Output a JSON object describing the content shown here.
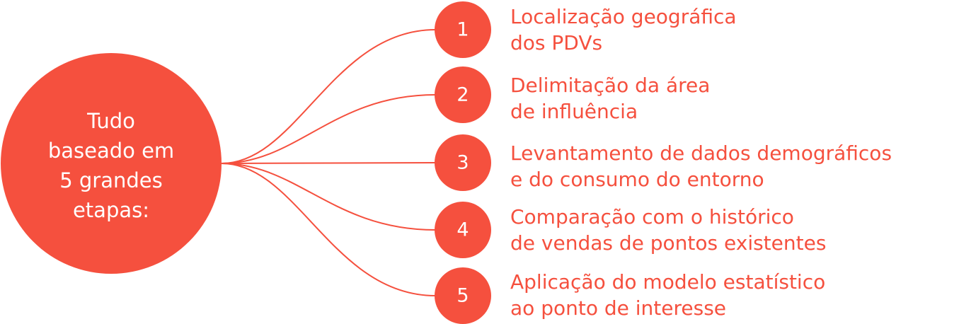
{
  "colors": {
    "accent": "#F5503E",
    "on_accent": "#FFFFFF",
    "background": "#FFFFFF"
  },
  "hub": {
    "lines": [
      "Tudo",
      "baseado em",
      "5 grandes",
      "etapas:"
    ]
  },
  "steps": [
    {
      "number": "1",
      "line1": "Localização geográfica",
      "line2": "dos PDVs"
    },
    {
      "number": "2",
      "line1": "Delimitação da área",
      "line2": "de influência"
    },
    {
      "number": "3",
      "line1": "Levantamento de dados demográficos",
      "line2": "e do consumo do entorno"
    },
    {
      "number": "4",
      "line1": "Comparação com o histórico",
      "line2": "de vendas de pontos existentes"
    },
    {
      "number": "5",
      "line1": "Aplicação do modelo estatístico",
      "line2": "ao ponto de interesse"
    }
  ]
}
